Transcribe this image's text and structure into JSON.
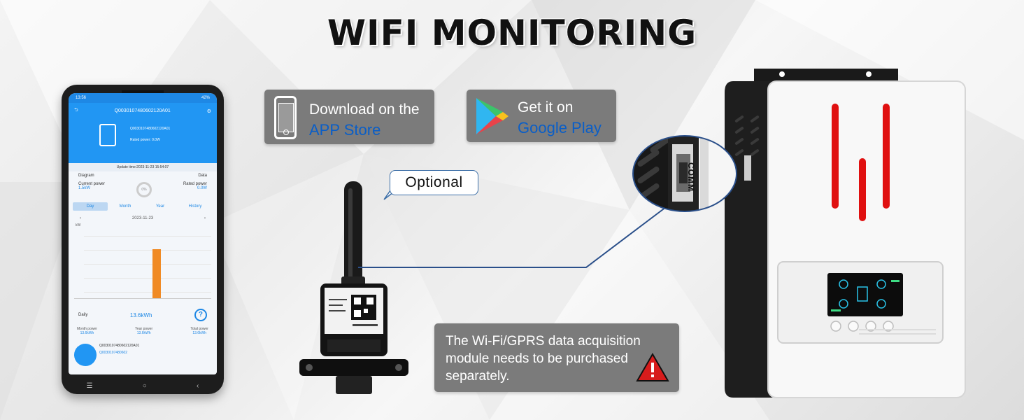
{
  "title": "WIFI MONITORING",
  "app_store": {
    "line1": "Download on the",
    "line2": "APP Store"
  },
  "google_play": {
    "line1": "Get it on",
    "line2": "Google Play"
  },
  "optional_label": "Optional",
  "notice": {
    "text": "The Wi-Fi/GPRS data acquisition module needs to be purchased separately."
  },
  "comm_port_label": "COMM",
  "phone_app": {
    "status_time": "13:56",
    "status_right": "42%",
    "device_id": "Q0030107480602120A01",
    "rated_power": "Rated power: 0.0W",
    "update_time": "Update time:2023-11-23 15:54:07",
    "diagram_label": "Diagram",
    "data_label": "Data",
    "current_power_label": "Current power",
    "current_power_value": "1.5kW",
    "rated_label": "Rated power",
    "rated_value": "0.0W",
    "gauge_value": "0%",
    "tabs": [
      "Day",
      "Month",
      "Year",
      "History"
    ],
    "date": "2023-11-23",
    "unit": "kW",
    "daily_label": "Daily",
    "daily_value": "13.6kWh",
    "month_power_label": "Month power",
    "month_power_value": "13.6kWh",
    "year_power_label": "Year power",
    "year_power_value": "13.6kWh",
    "total_power_label": "Total power",
    "total_power_value": "13.6kWh",
    "device_line1": "Q0030107480602120A01",
    "device_line2": "Q0030107480602"
  },
  "colors": {
    "accent_blue": "#0a5ec7",
    "badge_gray": "#7b7b7b",
    "inverter_red": "#e01010",
    "app_blue": "#2196f3",
    "bar_orange": "#f08a24"
  }
}
